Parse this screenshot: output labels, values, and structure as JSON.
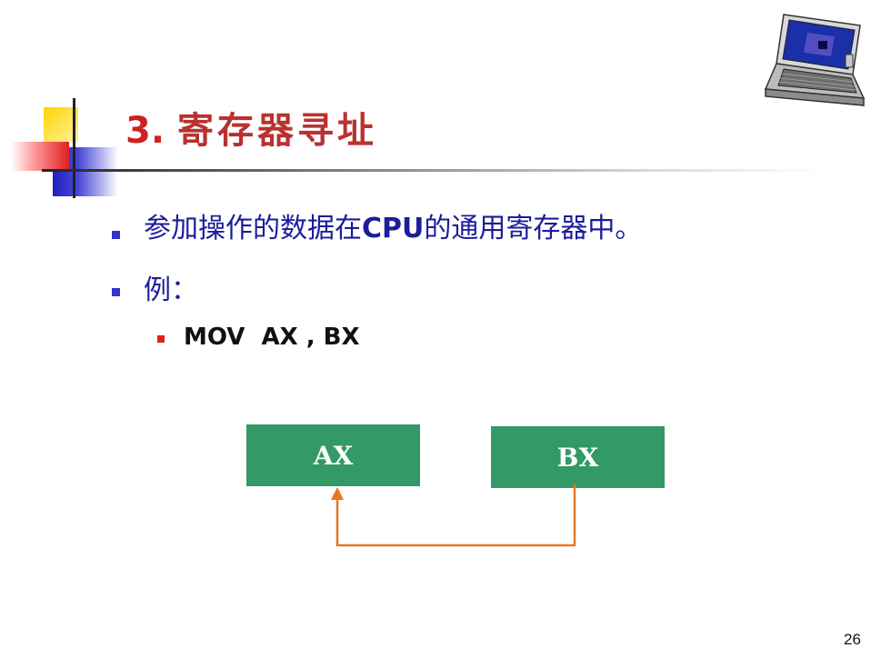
{
  "title": {
    "number": "3.",
    "text": "寄存器寻址"
  },
  "bullets": [
    {
      "pre": "参加操作的数据在",
      "strong": "CPU",
      "post": "的通用寄存器中。"
    },
    {
      "text": "例："
    },
    {
      "text": "MOV  AX , BX"
    }
  ],
  "diagram": {
    "box_left": "AX",
    "box_right": "BX",
    "arrow_color": "#e87722"
  },
  "colors": {
    "bullet_square": "#3333cc",
    "sub_bullet_square": "#dd2222",
    "box_fill": "#339966"
  },
  "page_number": "26"
}
